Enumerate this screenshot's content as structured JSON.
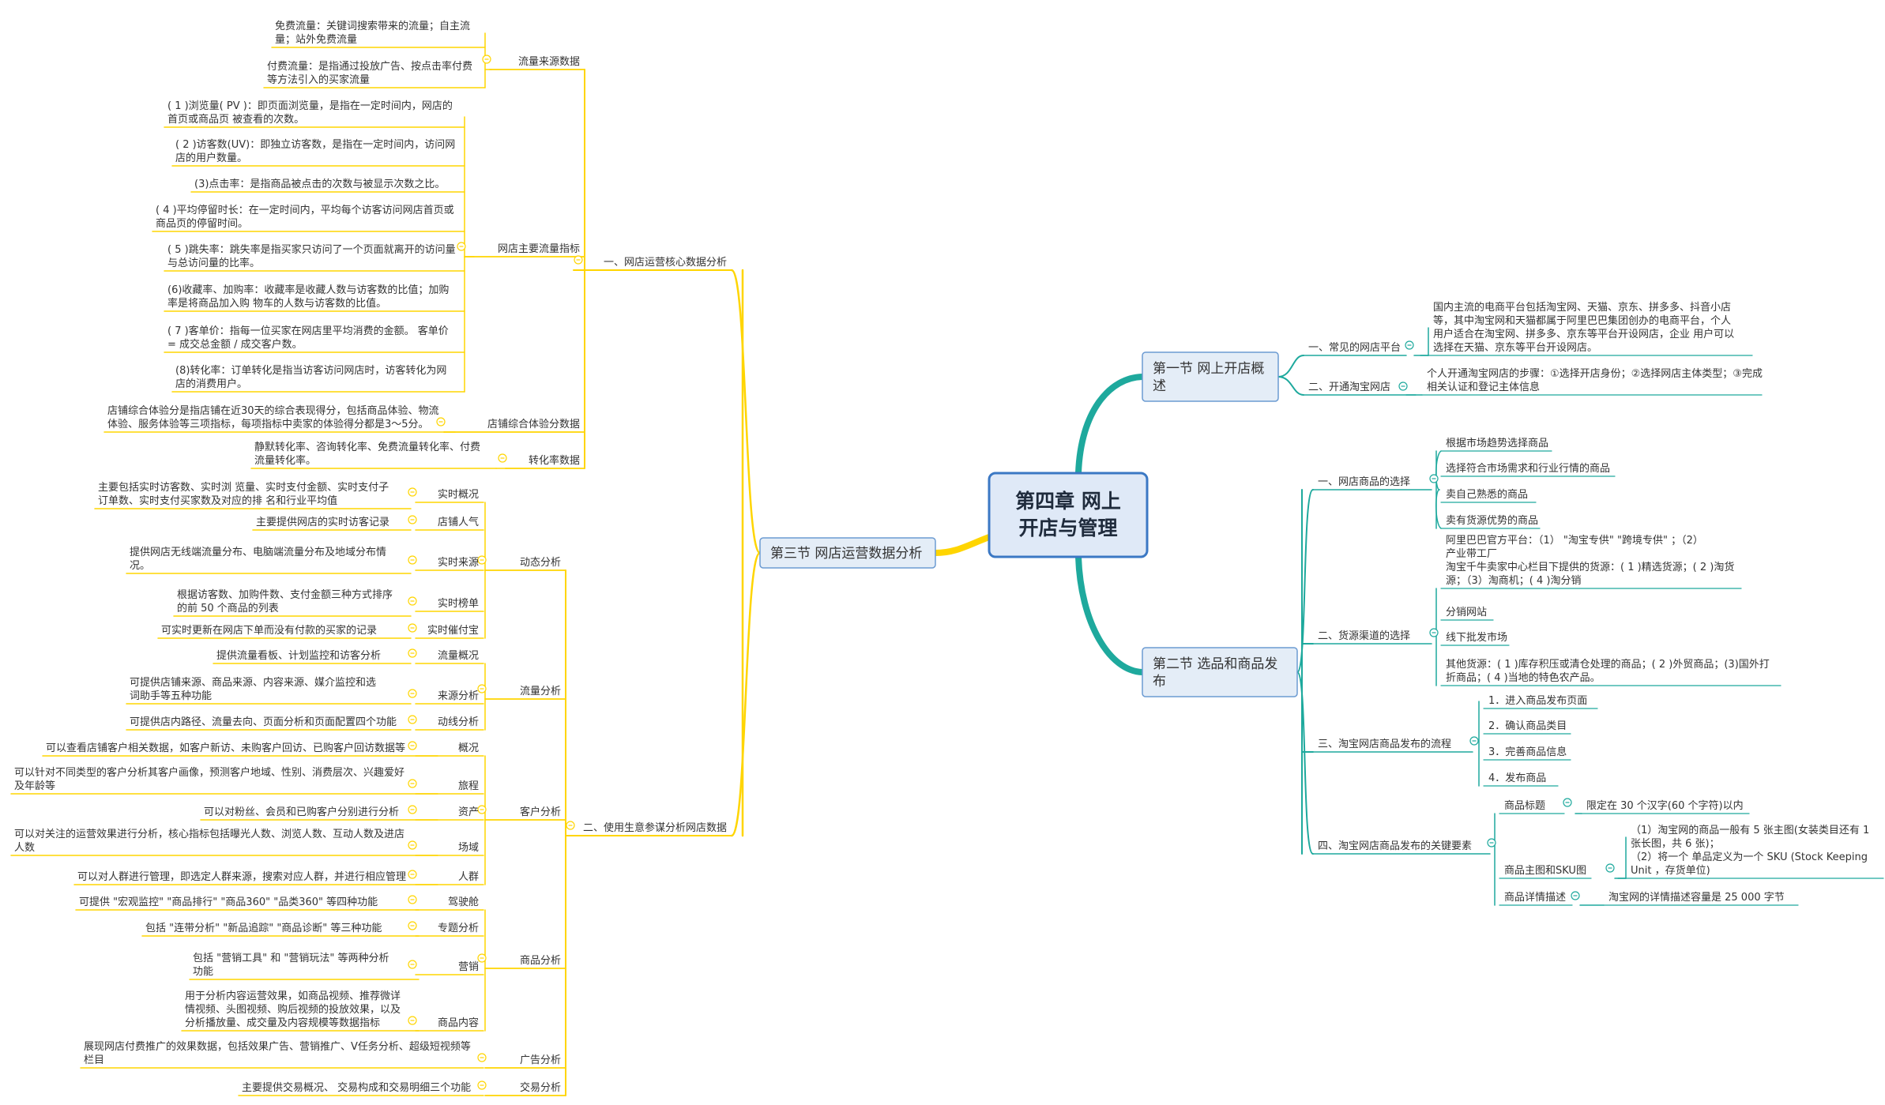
{
  "root": {
    "title_line1": "第四章 网上",
    "title_line2": "开店与管理"
  },
  "sections": [
    {
      "title_lines": [
        "第一节 网上开店概",
        "述"
      ]
    },
    {
      "title_lines": [
        "第二节 选品和商品发",
        "布"
      ]
    },
    {
      "title_lines": [
        "第三节 网店运营数据分析"
      ]
    }
  ],
  "right_topics": [
    "一、常见的网店平台",
    "二、开通淘宝网店",
    "一、网店商品的选择",
    "二、货源渠道的选择",
    "三、淘宝网店商品发布的流程",
    "四、淘宝网店商品发布的关键要素"
  ],
  "right_leaves": [
    {
      "lines": [
        "国内主流的电商平台包括淘宝网、天猫、京东、拼多多、抖音小店",
        "等，其中淘宝网和天猫都属于阿里巴巴集团创办的电商平台，个人",
        "用户适合在淘宝网、拼多多、京东等平台开设网店，企业 用户可以",
        "选择在天猫、京东等平台开设网店。"
      ]
    },
    {
      "lines": [
        "个人开通淘宝网店的步骤：①选择开店身份；②选择网店主体类型；③完成",
        "相关认证和登记主体信息"
      ]
    },
    {
      "lines": [
        "根据市场趋势选择商品"
      ]
    },
    {
      "lines": [
        "选择符合市场需求和行业行情的商品"
      ]
    },
    {
      "lines": [
        "卖自己熟悉的商品"
      ]
    },
    {
      "lines": [
        "卖有货源优势的商品"
      ]
    },
    {
      "lines": [
        "阿里巴巴官方平台：（1） \"淘宝专供\"  \"跨境专供\" ；（2）",
        "产业带工厂",
        "淘宝千牛卖家中心栏目下提供的货源：( 1 )精选货源；( 2 )淘货",
        "源；（3）淘商机；( 4 )淘分销"
      ]
    },
    {
      "lines": [
        "分销网站"
      ]
    },
    {
      "lines": [
        "线下批发市场"
      ]
    },
    {
      "lines": [
        "其他货源：( 1 )库存积压或清仓处理的商品；( 2 )外贸商品；(3)国外打",
        "折商品；( 4 )当地的特色农产品。"
      ]
    },
    {
      "lines": [
        "1．进入商品发布页面"
      ]
    },
    {
      "lines": [
        "2．确认商品类目"
      ]
    },
    {
      "lines": [
        "3．完善商品信息"
      ]
    },
    {
      "lines": [
        "4．发布商品"
      ]
    },
    {
      "lines": [
        "商品标题"
      ]
    },
    {
      "lines": [
        "限定在 30 个汉字(60 个字符)以内"
      ]
    },
    {
      "lines": [
        "商品主图和SKU图"
      ]
    },
    {
      "lines": [
        "（1）淘宝网的商品一般有 5 张主图(女装类目还有 1",
        "张长图，共 6 张)；",
        "（2）将一个 单品定义为一个 SKU (Stock Keeping",
        "Unit ，存货单位)"
      ]
    },
    {
      "lines": [
        "商品详情描述"
      ]
    },
    {
      "lines": [
        "淘宝网的详情描述容量是 25 000 字节"
      ]
    }
  ],
  "left_topics": [
    "一、网店运营核心数据分析",
    "二、使用生意参谋分析网店数据"
  ],
  "left_subtopics": [
    "流量来源数据",
    "网店主要流量指标",
    "店铺综合体验分数据",
    "转化率数据",
    "动态分析",
    "流量分析",
    "客户分析",
    "商品分析",
    "广告分析",
    "交易分析"
  ],
  "left_labels": [
    "实时概况",
    "店铺人气",
    "实时来源",
    "实时榜单",
    "实时催付宝",
    "流量概况",
    "来源分析",
    "动线分析",
    "概况",
    "旅程",
    "资产",
    "场域",
    "人群",
    "驾驶舱",
    "专题分析",
    "营销",
    "商品内容"
  ],
  "left_leaves": [
    {
      "lines": [
        "免费流量：关键词搜索带来的流量；自主流",
        "量；站外免费流量"
      ]
    },
    {
      "lines": [
        "付费流量：是指通过投放广告、按点击率付费",
        "等方法引入的买家流量"
      ]
    },
    {
      "lines": [
        "( 1 )浏览量( PV )：即页面浏览量，是指在一定时间内，网店的",
        "首页或商品页 被查看的次数。"
      ]
    },
    {
      "lines": [
        "( 2 )访客数(UV)：即独立访客数，是指在一定时间内，访问网",
        "店的用户数量。"
      ]
    },
    {
      "lines": [
        "(3)点击率：是指商品被点击的次数与被显示次数之比。"
      ]
    },
    {
      "lines": [
        "( 4 )平均停留时长：在一定时间内，平均每个访客访问网店首页或",
        "商品页的停留时间。"
      ]
    },
    {
      "lines": [
        "( 5 )跳失率：跳失率是指买家只访问了一个页面就离开的访问量",
        "与总访问量的比率。"
      ]
    },
    {
      "lines": [
        "(6)收藏率、加购率：收藏率是收藏人数与访客数的比值；加购",
        "率是将商品加入购 物车的人数与访客数的比值。"
      ]
    },
    {
      "lines": [
        "( 7 )客单价：指每一位买家在网店里平均消费的金额。 客单价",
        "= 成交总金额 / 成交客户数。"
      ]
    },
    {
      "lines": [
        "(8)转化率：订单转化是指当访客访问网店时，访客转化为网",
        "店的消费用户。"
      ]
    },
    {
      "lines": [
        "店铺综合体验分是指店铺在近30天的综合表现得分，包括商品体验、物流",
        "体验、服务体验等三项指标，每项指标中卖家的体验得分都是3～5分。"
      ]
    },
    {
      "lines": [
        "静默转化率、咨询转化率、免费流量转化率、付费",
        "流量转化率。"
      ]
    },
    {
      "lines": [
        "主要包括实时访客数、实时浏 览量、实时支付金额、实时支付子",
        "订单数、实时支付买家数及对应的排 名和行业平均值"
      ]
    },
    {
      "lines": [
        "主要提供网店的实时访客记录"
      ]
    },
    {
      "lines": [
        "提供网店无线端流量分布、电脑端流量分布及地域分布情",
        "况。"
      ]
    },
    {
      "lines": [
        "根据访客数、加购件数、支付金额三种方式排序",
        "的前 50 个商品的列表"
      ]
    },
    {
      "lines": [
        "可实时更新在网店下单而没有付款的买家的记录"
      ]
    },
    {
      "lines": [
        "提供流量看板、计划监控和访客分析"
      ]
    },
    {
      "lines": [
        "可提供店铺来源、商品来源、内容来源、媒介监控和选",
        "词助手等五种功能"
      ]
    },
    {
      "lines": [
        "可提供店内路径、流量去向、页面分析和页面配置四个功能"
      ]
    },
    {
      "lines": [
        "可以查看店铺客户相关数据，如客户新访、未购客户回访、已购客户回访数据等"
      ]
    },
    {
      "lines": [
        "可以针对不同类型的客户分析其客户画像，预测客户地域、性别、消费层次、兴趣爱好",
        "及年龄等"
      ]
    },
    {
      "lines": [
        "可以对粉丝、会员和已购客户分别进行分析"
      ]
    },
    {
      "lines": [
        "可以对关注的运营效果进行分析，核心指标包括曝光人数、浏览人数、互动人数及进店",
        "人数"
      ]
    },
    {
      "lines": [
        "可以对人群进行管理，即选定人群来源，搜索对应人群，并进行相应管理"
      ]
    },
    {
      "lines": [
        "可提供 \"宏观监控\"  \"商品排行\"  \"商品360\"  \"品类360\" 等四种功能"
      ]
    },
    {
      "lines": [
        "包括 \"连带分析\"  \"新品追踪\"  \"商品诊断\" 等三种功能"
      ]
    },
    {
      "lines": [
        "包括 \"营销工具\" 和 \"营销玩法\" 等两种分析",
        "功能"
      ]
    },
    {
      "lines": [
        "用于分析内容运营效果，如商品视频、推荐微详",
        "情视频、头图视频、购后视频的投放效果，以及",
        "分析播放量、成交量及内容规模等数据指标"
      ]
    },
    {
      "lines": [
        "展现网店付费推广的效果数据，包括效果广告、营销推广、V任务分析、超级短视频等",
        "栏目"
      ]
    },
    {
      "lines": [
        "主要提供交易概况、 交易构成和交易明细三个功能"
      ]
    }
  ],
  "colors": {
    "root_border": "#3b78c4",
    "root_fill": "#dfe9f7",
    "section_border": "#6c9bd2",
    "section_fill": "#e4edf7",
    "branch_teal": "#1ea99d",
    "branch_yellow": "#ffd500",
    "text": "#333333",
    "background": "#ffffff"
  }
}
